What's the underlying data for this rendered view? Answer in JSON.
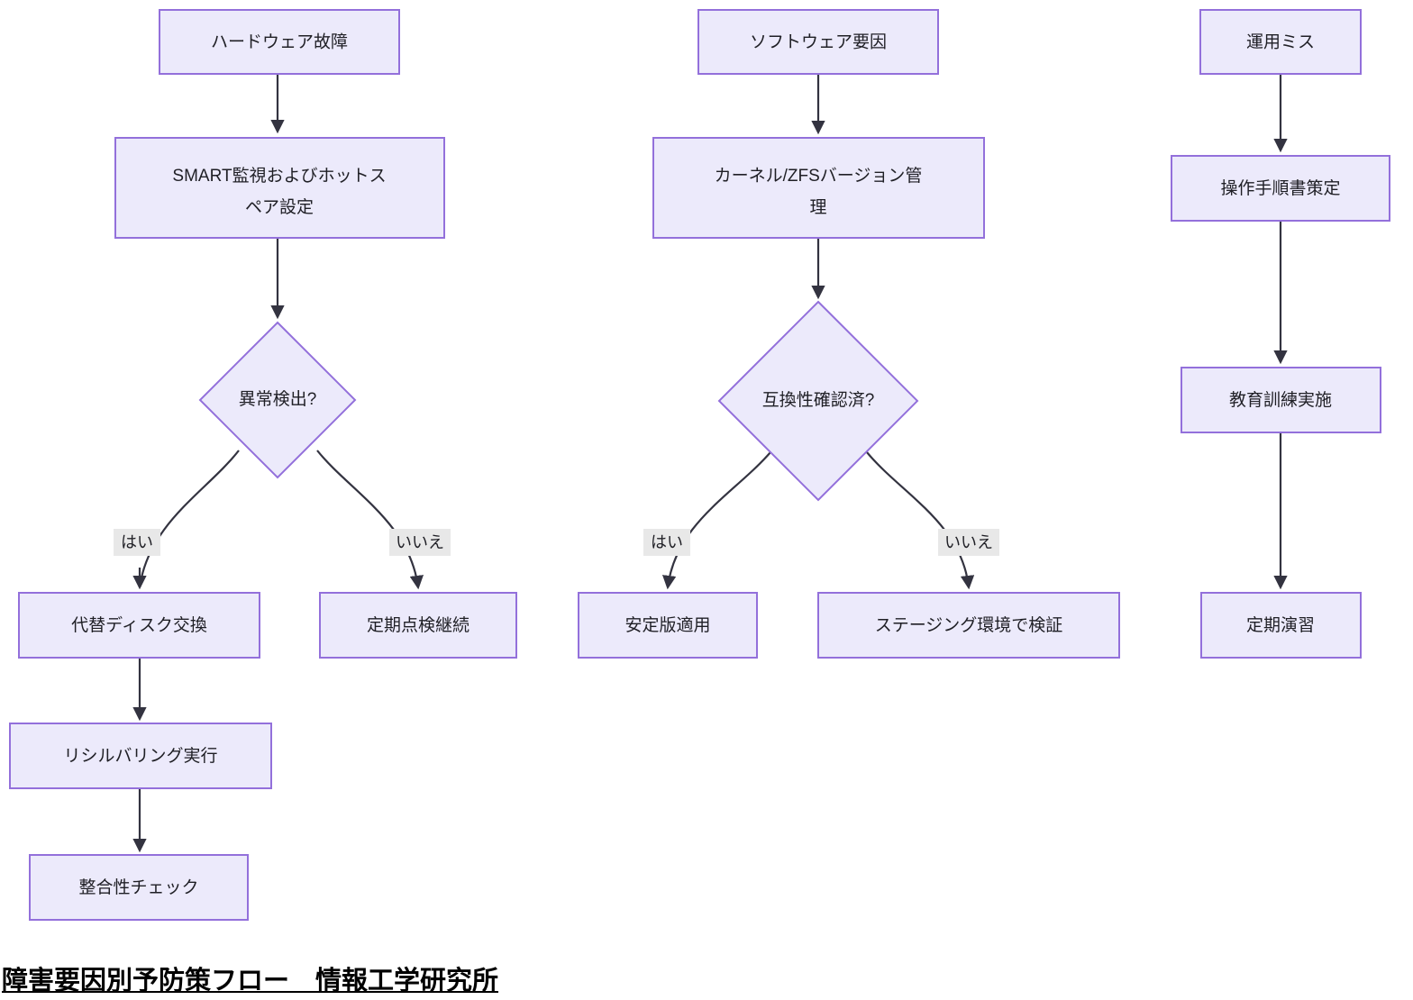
{
  "diagram": {
    "type": "flowchart",
    "title": "障害要因別予防策フロー　情報工学研究所",
    "colors": {
      "node_fill": "#ECEAFB",
      "node_stroke": "#9370DB",
      "edge_stroke": "#333340",
      "edge_label_bg": "#E8E8E8",
      "text": "#1f1f25",
      "background": "#ffffff"
    },
    "columns": [
      {
        "name": "hardware-branch",
        "nodes": [
          {
            "id": "hw-fault",
            "label": "ハードウェア故障",
            "shape": "rect"
          },
          {
            "id": "hw-smart",
            "label": "SMART監視およびホットスペア設定",
            "shape": "rect",
            "lines": [
              "SMART監視およびホットス",
              "ペア設定"
            ]
          },
          {
            "id": "hw-decision",
            "label": "異常検出?",
            "shape": "diamond"
          },
          {
            "id": "hw-disk-replace",
            "label": "代替ディスク交換",
            "shape": "rect"
          },
          {
            "id": "hw-periodic",
            "label": "定期点検継続",
            "shape": "rect"
          },
          {
            "id": "hw-resilver",
            "label": "リシルバリング実行",
            "shape": "rect"
          },
          {
            "id": "hw-integrity",
            "label": "整合性チェック",
            "shape": "rect"
          }
        ]
      },
      {
        "name": "software-branch",
        "nodes": [
          {
            "id": "sw-cause",
            "label": "ソフトウェア要因",
            "shape": "rect"
          },
          {
            "id": "sw-version",
            "label": "カーネル/ZFSバージョン管理",
            "shape": "rect",
            "lines": [
              "カーネル/ZFSバージョン管",
              "理"
            ]
          },
          {
            "id": "sw-decision",
            "label": "互換性確認済?",
            "shape": "diamond"
          },
          {
            "id": "sw-stable",
            "label": "安定版適用",
            "shape": "rect"
          },
          {
            "id": "sw-staging",
            "label": "ステージング環境で検証",
            "shape": "rect"
          }
        ]
      },
      {
        "name": "operations-branch",
        "nodes": [
          {
            "id": "op-mistake",
            "label": "運用ミス",
            "shape": "rect"
          },
          {
            "id": "op-manual",
            "label": "操作手順書策定",
            "shape": "rect"
          },
          {
            "id": "op-training",
            "label": "教育訓練実施",
            "shape": "rect"
          },
          {
            "id": "op-drill",
            "label": "定期演習",
            "shape": "rect"
          }
        ]
      }
    ],
    "edges": [
      {
        "from": "hw-fault",
        "to": "hw-smart",
        "label": ""
      },
      {
        "from": "hw-smart",
        "to": "hw-decision",
        "label": ""
      },
      {
        "from": "hw-decision",
        "to": "hw-disk-replace",
        "label": "はい"
      },
      {
        "from": "hw-decision",
        "to": "hw-periodic",
        "label": "いいえ"
      },
      {
        "from": "hw-disk-replace",
        "to": "hw-resilver",
        "label": ""
      },
      {
        "from": "hw-resilver",
        "to": "hw-integrity",
        "label": ""
      },
      {
        "from": "sw-cause",
        "to": "sw-version",
        "label": ""
      },
      {
        "from": "sw-version",
        "to": "sw-decision",
        "label": ""
      },
      {
        "from": "sw-decision",
        "to": "sw-stable",
        "label": "はい"
      },
      {
        "from": "sw-decision",
        "to": "sw-staging",
        "label": "いいえ"
      },
      {
        "from": "op-mistake",
        "to": "op-manual",
        "label": ""
      },
      {
        "from": "op-manual",
        "to": "op-training",
        "label": ""
      },
      {
        "from": "op-training",
        "to": "op-drill",
        "label": ""
      }
    ],
    "edge_labels": {
      "yes": "はい",
      "no": "いいえ"
    }
  }
}
